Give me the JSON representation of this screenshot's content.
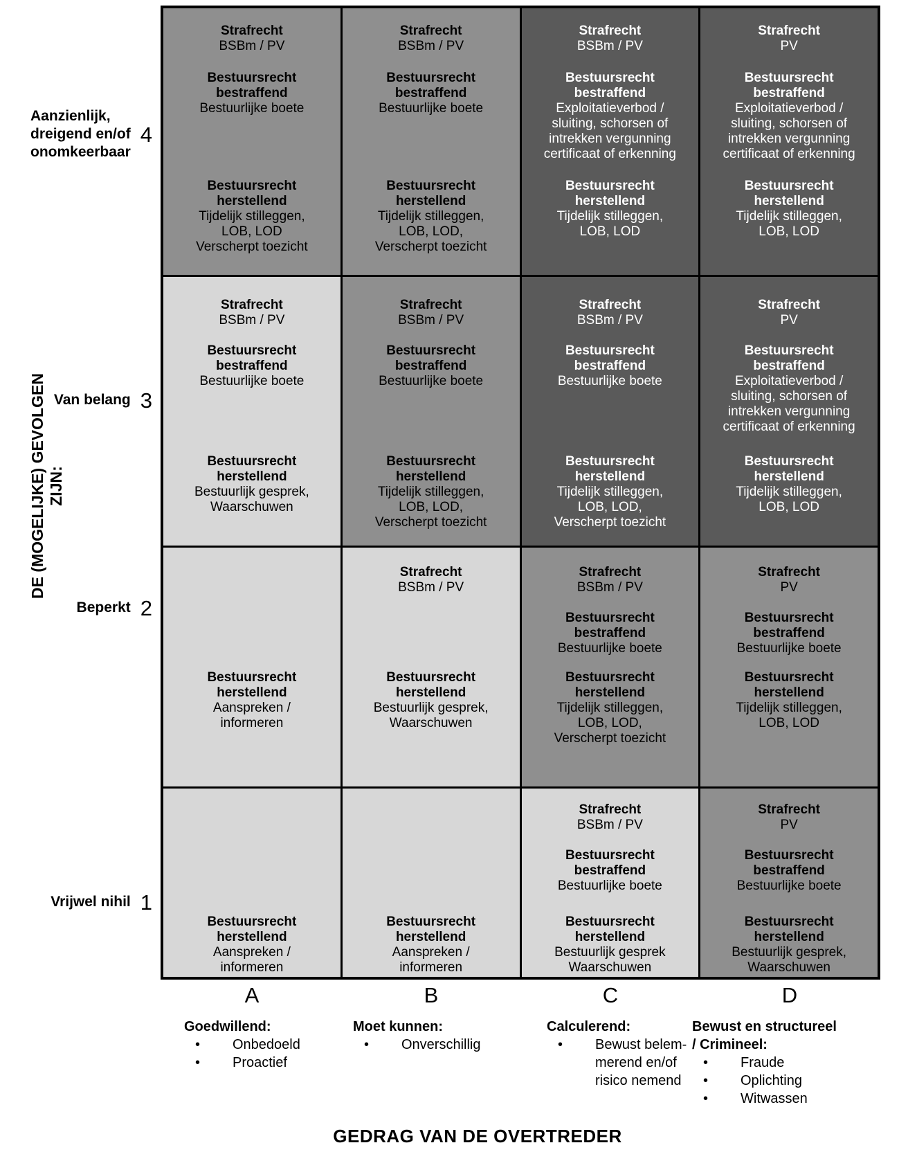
{
  "colors": {
    "cell_light": "#d7d7d7",
    "cell_medium": "#8f8f8f",
    "cell_dark": "#5a5a5a",
    "text_on_dark": "#ffffff",
    "text_on_light": "#000000",
    "grid_border": "#000000"
  },
  "y_axis_title": "DE (MOGELIJKE) GEVOLGEN ZIJN:",
  "x_axis_title": "GEDRAG VAN DE OVERTREDER",
  "rows": [
    {
      "num": "4",
      "label": "Aanzienlijk,\ndreigend en/of\nonomkeerbaar"
    },
    {
      "num": "3",
      "label": "Van belang"
    },
    {
      "num": "2",
      "label": "Beperkt"
    },
    {
      "num": "1",
      "label": "Vrijwel nihil"
    }
  ],
  "cells": {
    "A4": {
      "strafrecht_title": "Strafrecht",
      "strafrecht": "BSBm / PV",
      "bestraffend_title": "Bestuursrecht\nbestraffend",
      "bestraffend": "Bestuurlijke boete",
      "herstellend_title": "Bestuursrecht\nherstellend",
      "herstellend": "Tijdelijk stilleggen,\nLOB, LOD\nVerscherpt toezicht"
    },
    "B4": {
      "strafrecht_title": "Strafrecht",
      "strafrecht": "BSBm / PV",
      "bestraffend_title": "Bestuursrecht\nbestraffend",
      "bestraffend": "Bestuurlijke boete",
      "herstellend_title": "Bestuursrecht\nherstellend",
      "herstellend": "Tijdelijk stilleggen,\nLOB, LOD,\nVerscherpt toezicht"
    },
    "C4": {
      "strafrecht_title": "Strafrecht",
      "strafrecht": "BSBm / PV",
      "bestraffend_title": "Bestuursrecht\nbestraffend",
      "bestraffend": "Exploitatieverbod /\nsluiting, schorsen of\nintrekken vergunning\ncertificaat of erkenning",
      "herstellend_title": "Bestuursrecht\nherstellend",
      "herstellend": "Tijdelijk stilleggen,\nLOB, LOD"
    },
    "D4": {
      "strafrecht_title": "Strafrecht",
      "strafrecht": "PV",
      "bestraffend_title": "Bestuursrecht\nbestraffend",
      "bestraffend": "Exploitatieverbod /\nsluiting, schorsen of\nintrekken vergunning\ncertificaat of erkenning",
      "herstellend_title": "Bestuursrecht\nherstellend",
      "herstellend": "Tijdelijk stilleggen,\nLOB, LOD"
    },
    "A3": {
      "strafrecht_title": "Strafrecht",
      "strafrecht": "BSBm / PV",
      "bestraffend_title": "Bestuursrecht\nbestraffend",
      "bestraffend": "Bestuurlijke boete",
      "herstellend_title": "Bestuursrecht\nherstellend",
      "herstellend": "Bestuurlijk gesprek,\nWaarschuwen"
    },
    "B3": {
      "strafrecht_title": "Strafrecht",
      "strafrecht": "BSBm / PV",
      "bestraffend_title": "Bestuursrecht\nbestraffend",
      "bestraffend": "Bestuurlijke boete",
      "herstellend_title": "Bestuursrecht\nherstellend",
      "herstellend": "Tijdelijk stilleggen,\nLOB, LOD,\nVerscherpt toezicht"
    },
    "C3": {
      "strafrecht_title": "Strafrecht",
      "strafrecht": "BSBm / PV",
      "bestraffend_title": "Bestuursrecht\nbestraffend",
      "bestraffend": "Bestuurlijke boete",
      "herstellend_title": "Bestuursrecht\nherstellend",
      "herstellend": "Tijdelijk stilleggen,\nLOB, LOD,\nVerscherpt toezicht"
    },
    "D3": {
      "strafrecht_title": "Strafrecht",
      "strafrecht": "PV",
      "bestraffend_title": "Bestuursrecht\nbestraffend",
      "bestraffend": "Exploitatieverbod /\nsluiting, schorsen of\nintrekken vergunning\ncertificaat of erkenning",
      "herstellend_title": "Bestuursrecht\nherstellend",
      "herstellend": "Tijdelijk stilleggen,\nLOB, LOD"
    },
    "A2": {
      "herstellend_title": "Bestuursrecht\nherstellend",
      "herstellend": "Aanspreken /\ninformeren"
    },
    "B2": {
      "strafrecht_title": "Strafrecht",
      "strafrecht": "BSBm / PV",
      "herstellend_title": "Bestuursrecht\nherstellend",
      "herstellend": "Bestuurlijk gesprek,\nWaarschuwen"
    },
    "C2": {
      "strafrecht_title": "Strafrecht",
      "strafrecht": "BSBm / PV",
      "bestraffend_title": "Bestuursrecht\nbestraffend",
      "bestraffend": "Bestuurlijke boete",
      "herstellend_title": "Bestuursrecht\nherstellend",
      "herstellend": "Tijdelijk stilleggen,\nLOB, LOD,\nVerscherpt toezicht"
    },
    "D2": {
      "strafrecht_title": "Strafrecht",
      "strafrecht": "PV",
      "bestraffend_title": "Bestuursrecht\nbestraffend",
      "bestraffend": "Bestuurlijke boete",
      "herstellend_title": "Bestuursrecht\nherstellend",
      "herstellend": "Tijdelijk stilleggen,\nLOB, LOD"
    },
    "A1": {
      "herstellend_title": "Bestuursrecht\nherstellend",
      "herstellend": "Aanspreken /\ninformeren"
    },
    "B1": {
      "herstellend_title": "Bestuursrecht\nherstellend",
      "herstellend": "Aanspreken /\ninformeren"
    },
    "C1": {
      "strafrecht_title": "Strafrecht",
      "strafrecht": "BSBm / PV",
      "bestraffend_title": "Bestuursrecht\nbestraffend",
      "bestraffend": "Bestuurlijke boete",
      "herstellend_title": "Bestuursrecht\nherstellend",
      "herstellend": "Bestuurlijk gesprek\nWaarschuwen"
    },
    "D1": {
      "strafrecht_title": "Strafrecht",
      "strafrecht": "PV",
      "bestraffend_title": "Bestuursrecht\nbestraffend",
      "bestraffend": "Bestuurlijke boete",
      "herstellend_title": "Bestuursrecht\nherstellend",
      "herstellend": "Bestuurlijk gesprek,\nWaarschuwen"
    }
  },
  "legend": {
    "cols": [
      {
        "letter": "A",
        "header": "Goedwillend:",
        "items": [
          {
            "bullet": "•",
            "text": "Onbedoeld"
          },
          {
            "bullet": "•",
            "text": "Proactief"
          }
        ]
      },
      {
        "letter": "B",
        "header": "Moet kunnen:",
        "items": [
          {
            "bullet": "•",
            "text": "Onverschillig"
          }
        ]
      },
      {
        "letter": "C",
        "header": "Calculerend:",
        "items": [
          {
            "bullet": "•",
            "text": "Bewust belem-\nmerend en/of\nrisico nemend"
          }
        ]
      },
      {
        "letter": "D",
        "header": "Bewust en structureel\n/ Crimineel:",
        "items": [
          {
            "bullet": "•",
            "text": "Fraude"
          },
          {
            "bullet": "•",
            "text": "Oplichting"
          },
          {
            "bullet": "•",
            "text": "Witwassen"
          }
        ]
      }
    ]
  }
}
